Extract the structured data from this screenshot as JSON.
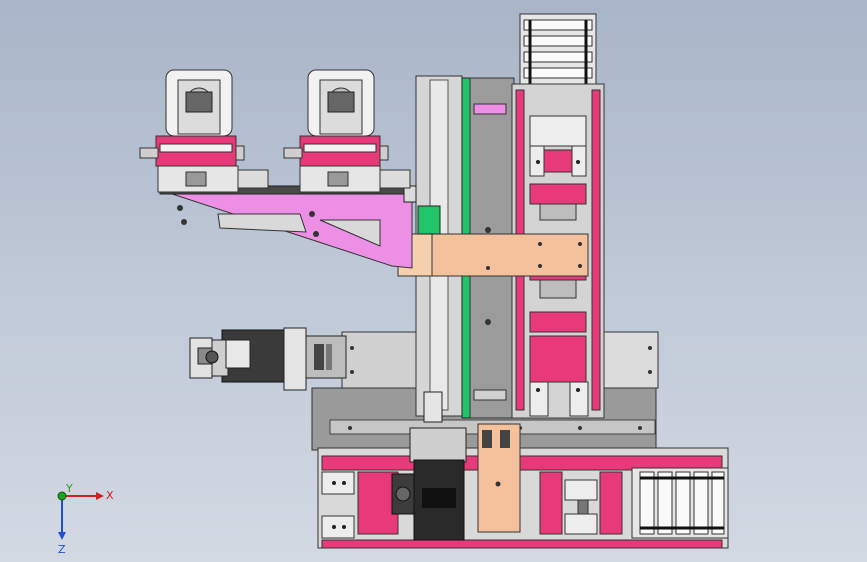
{
  "view": {
    "axes": {
      "x_label": "X",
      "y_label": "Y",
      "z_label": "Z"
    }
  },
  "colors": {
    "background_top": "#a9b5c8",
    "background_bottom": "#d2d9e3",
    "metal_light": "#e4e4e4",
    "metal_mid": "#c9c9c9",
    "metal_dark": "#8c8c8c",
    "magenta": "#e8397a",
    "pink_light": "#ee8fe6",
    "peach": "#f3c29c",
    "green": "#22c46a",
    "black": "#1e1e1e",
    "outline": "#2e2e2e",
    "axis_x": "#d02020",
    "axis_y": "#20a020",
    "axis_z": "#2050d0"
  }
}
